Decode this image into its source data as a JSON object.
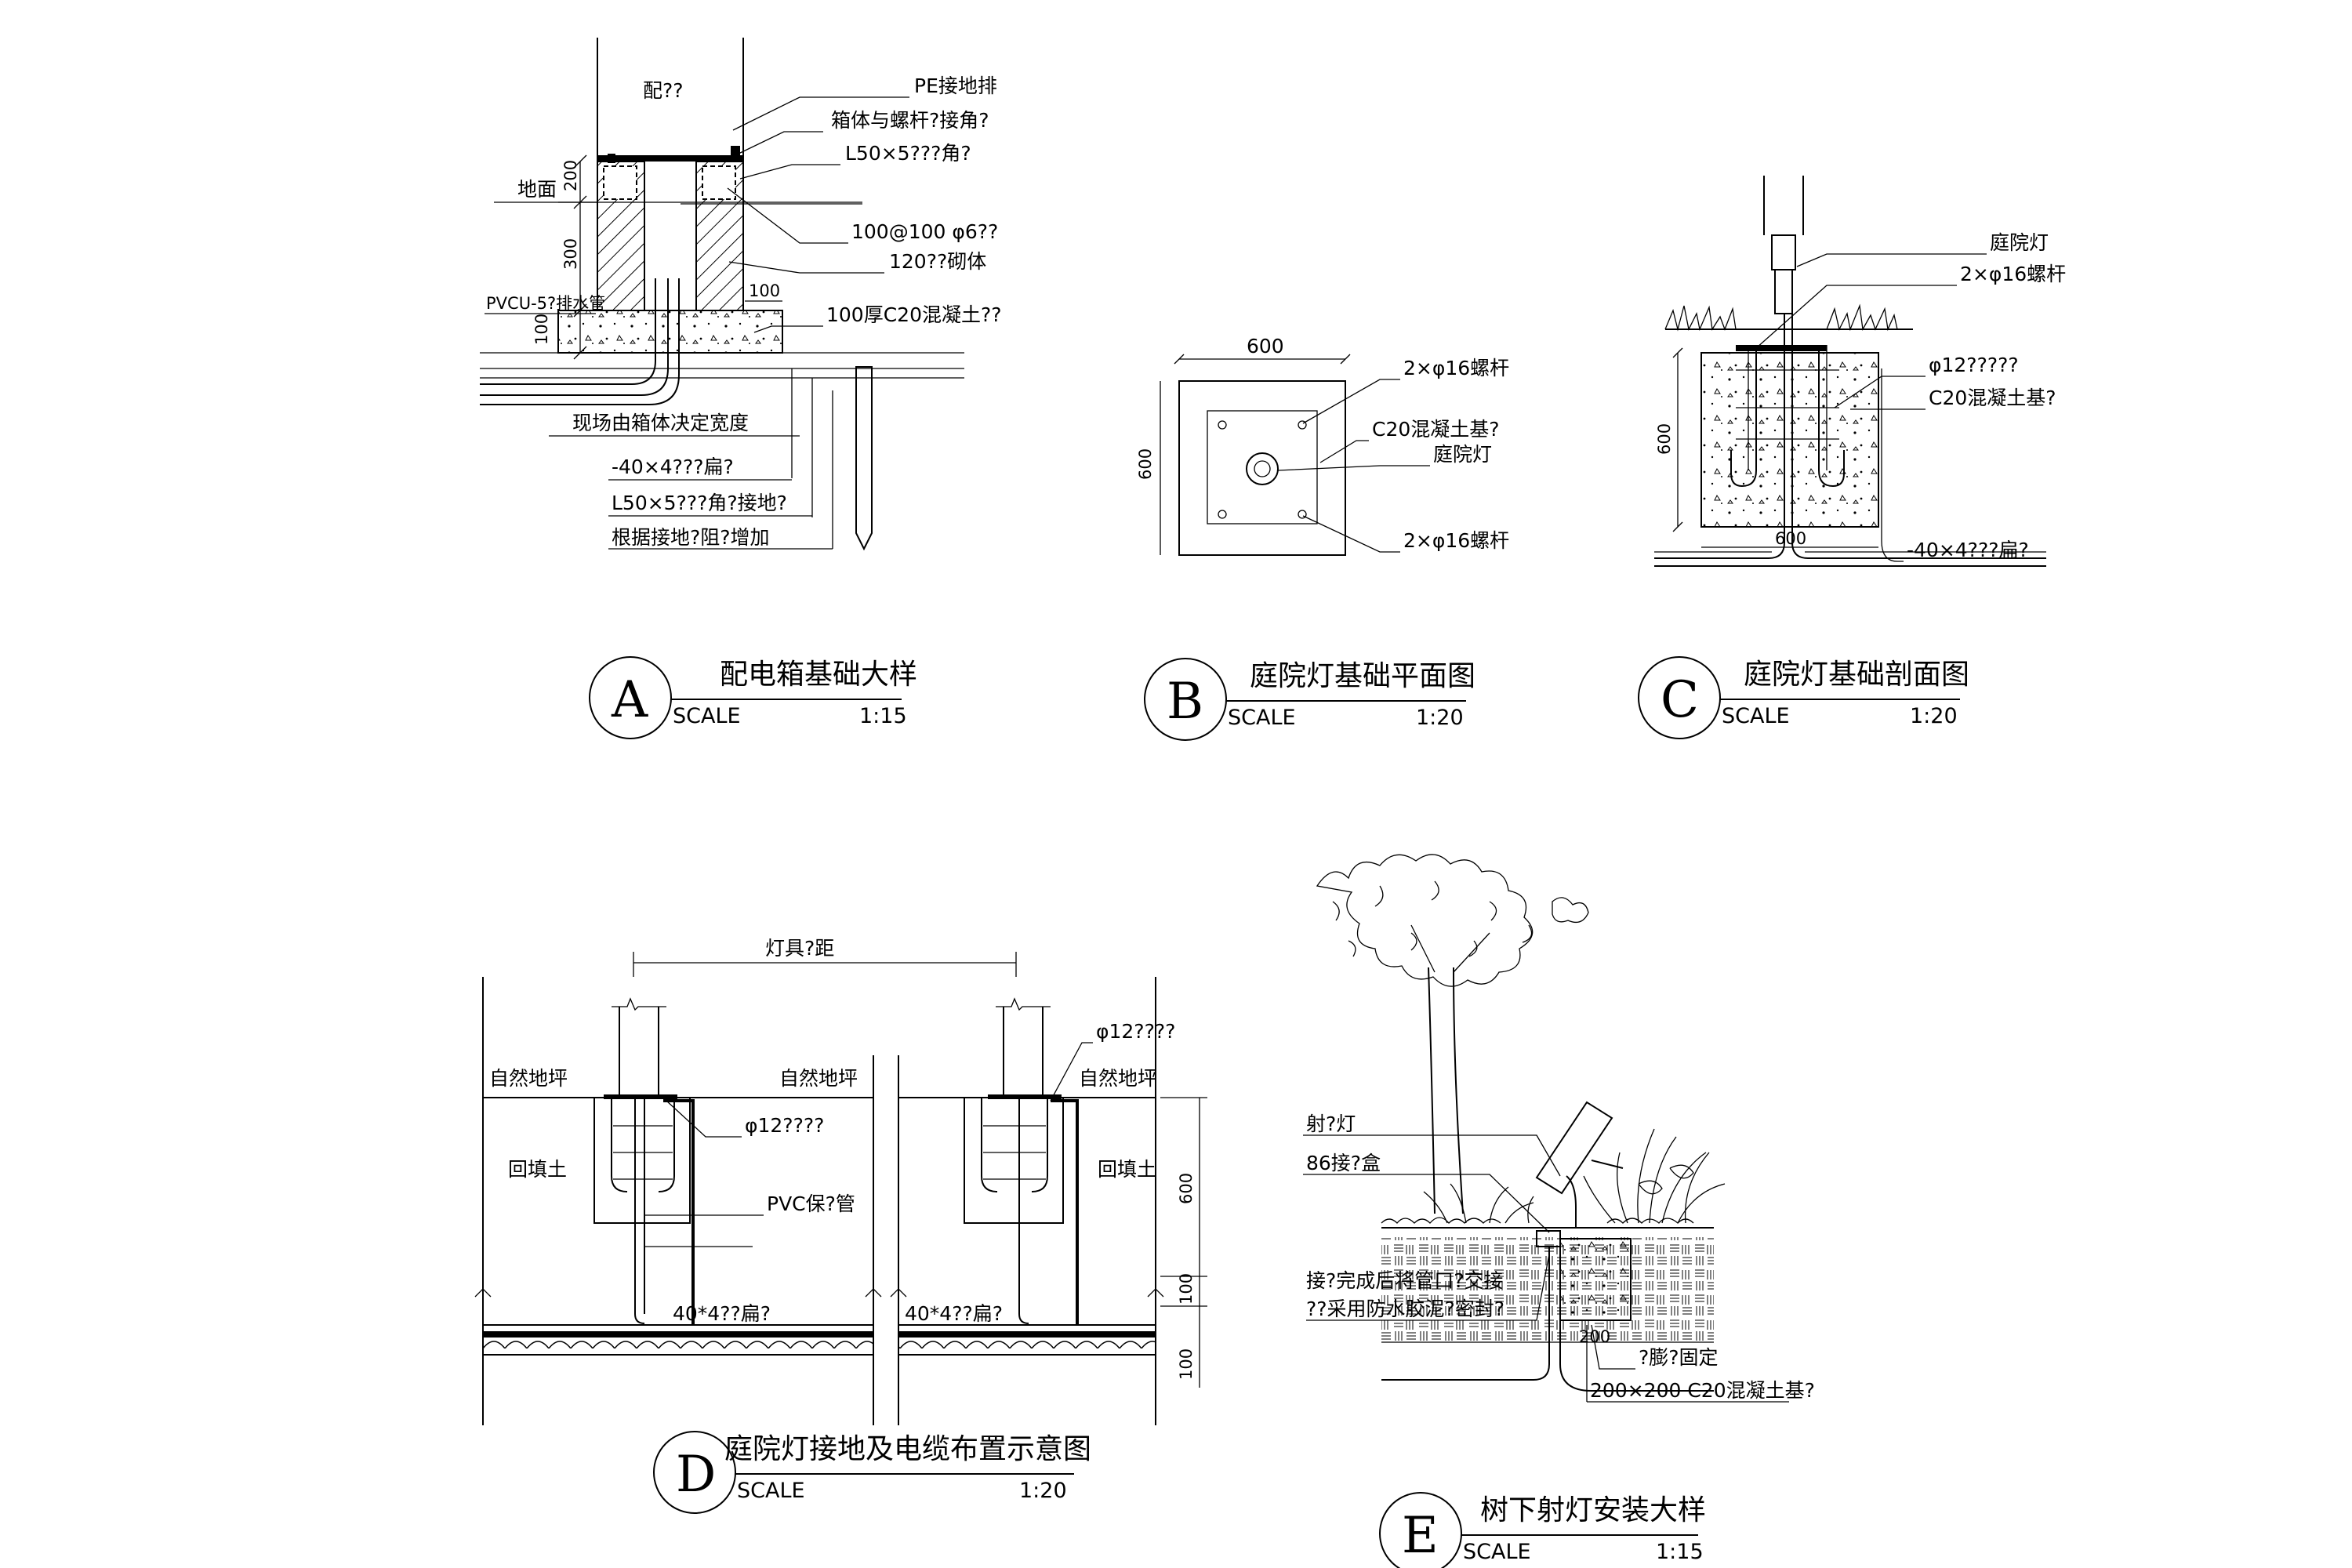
{
  "details": [
    {
      "letter": "A",
      "title": "配电箱基础大样",
      "scale_label": "SCALE",
      "scale_value": "1:15",
      "labels": {
        "box": "配??",
        "pe_bar": "PE接地排",
        "box_bolt": "箱体与螺杆?接角?",
        "angle_top": "L50×5???角?",
        "ground": "地面",
        "rebar": "100@100 φ6??",
        "masonry": "120??砌体",
        "pvc_drain": "PVCU-5?排水管",
        "concrete": "100厚C20混凝土??",
        "site_width": "现场由箱体决定宽度",
        "flat_steel": "-40×4???扁?",
        "angle_ground": "L50×5???角?接地?",
        "resistance": "根据接地?阻?增加"
      },
      "dims": {
        "d200": "200",
        "d300": "300",
        "d100": "100",
        "d100b": "100"
      }
    },
    {
      "letter": "B",
      "title": "庭院灯基础平面图",
      "scale_label": "SCALE",
      "scale_value": "1:20",
      "labels": {
        "bolts_top": "2×φ16螺杆",
        "foundation": "C20混凝土基?",
        "lamp": "庭院灯",
        "bolts_bottom": "2×φ16螺杆"
      },
      "dims": {
        "width": "600",
        "height": "600"
      }
    },
    {
      "letter": "C",
      "title": "庭院灯基础剖面图",
      "scale_label": "SCALE",
      "scale_value": "1:20",
      "labels": {
        "lamp": "庭院灯",
        "bolts": "2×φ16螺杆",
        "rebar": "φ12?????",
        "foundation": "C20混凝土基?",
        "flat_steel": "-40×4???扁?"
      },
      "dims": {
        "height": "600",
        "width": "600"
      }
    },
    {
      "letter": "D",
      "title": "庭院灯接地及电缆布置示意图",
      "scale_label": "SCALE",
      "scale_value": "1:20",
      "labels": {
        "spacing": "灯具?距",
        "rebar_right": "φ12????",
        "grade_left": "自然地坪",
        "grade_mid": "自然地坪",
        "grade_right": "自然地坪",
        "rebar_mid": "φ12????",
        "backfill_left": "回填土",
        "backfill_right": "回填土",
        "pvc": "PVC保?管",
        "flat_left": "40*4??扁?",
        "flat_right": "40*4??扁?"
      },
      "dims": {
        "d600": "600",
        "d100a": "100",
        "d100b": "100"
      }
    },
    {
      "letter": "E",
      "title": "树下射灯安装大样",
      "scale_label": "SCALE",
      "scale_value": "1:15",
      "labels": {
        "spotlight": "射?灯",
        "box86": "86接?盒",
        "note1": "接?完成后将管口?交接",
        "note2": "??采用防水胶泥?密封?",
        "bolt_fix": "?膨?固定",
        "base": "200×200 C20混凝土基?",
        "dim200": "200"
      }
    }
  ]
}
